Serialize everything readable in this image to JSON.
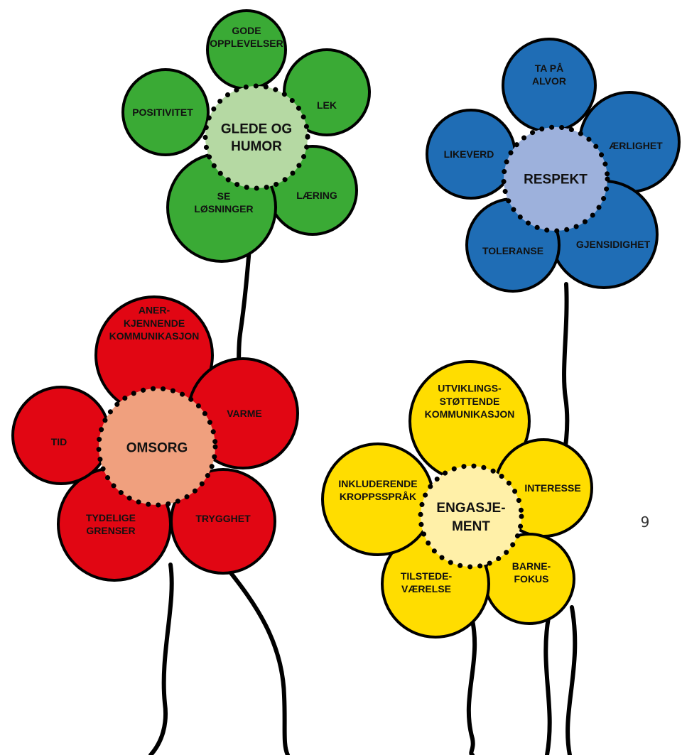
{
  "page_number": "9",
  "outline_color": "#000000",
  "flowers": [
    {
      "id": "glede",
      "petal_color": "#3aaa35",
      "center_color": "#b5d9a3",
      "center_text": [
        "GLEDE OG",
        "HUMOR"
      ],
      "petals": [
        {
          "text": [
            "GODE",
            "OPPLEVELSER"
          ]
        },
        {
          "text": [
            "LEK"
          ]
        },
        {
          "text": [
            "LÆRING"
          ]
        },
        {
          "text": [
            "SE",
            "LØSNINGER"
          ]
        },
        {
          "text": [
            "POSITIVITET"
          ]
        }
      ]
    },
    {
      "id": "respekt",
      "petal_color": "#1f6db5",
      "center_color": "#9db1dc",
      "center_text": [
        "RESPEKT"
      ],
      "petals": [
        {
          "text": [
            "TA PÅ",
            "ALVOR"
          ]
        },
        {
          "text": [
            "ÆRLIGHET"
          ]
        },
        {
          "text": [
            "GJENSIDIGHET"
          ]
        },
        {
          "text": [
            "TOLERANSE"
          ]
        },
        {
          "text": [
            "LIKEVERD"
          ]
        }
      ]
    },
    {
      "id": "omsorg",
      "petal_color": "#e10613",
      "center_color": "#f0a07e",
      "center_text": [
        "OMSORG"
      ],
      "petals": [
        {
          "text": [
            "ANER-",
            "KJENNENDE",
            "KOMMUNIKASJON"
          ]
        },
        {
          "text": [
            "VARME"
          ]
        },
        {
          "text": [
            "TRYGGHET"
          ]
        },
        {
          "text": [
            "TYDELIGE",
            "GRENSER"
          ]
        },
        {
          "text": [
            "TID"
          ]
        }
      ]
    },
    {
      "id": "engasjement",
      "petal_color": "#ffdd00",
      "center_color": "#fff0a8",
      "center_text": [
        "ENGASJE-",
        "MENT"
      ],
      "petals": [
        {
          "text": [
            "UTVIKLINGS-",
            "STØTTENDE",
            "KOMMUNIKASJON"
          ]
        },
        {
          "text": [
            "INTERESSE"
          ]
        },
        {
          "text": [
            "BARNE-",
            "FOKUS"
          ]
        },
        {
          "text": [
            "TILSTEDE-",
            "VÆRELSE"
          ]
        },
        {
          "text": [
            "INKLUDERENDE",
            "KROPPSSPRÅK"
          ]
        }
      ]
    }
  ]
}
